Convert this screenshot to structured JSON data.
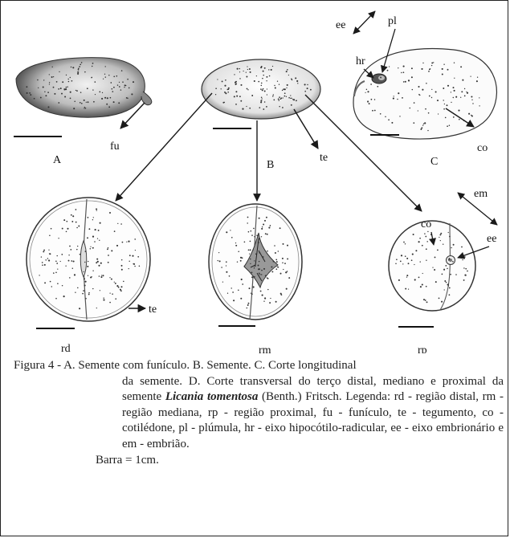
{
  "figure": {
    "labels": {
      "A": "A",
      "B": "B",
      "C": "C",
      "fu": "fu",
      "te_b": "te",
      "ee_top": "ee",
      "pl": "pl",
      "hr": "hr",
      "co_c": "co",
      "rd": "rd",
      "rm": "rm",
      "rp": "rp",
      "te_rd": "te",
      "em": "em",
      "co_rp": "co",
      "ee_rp": "ee"
    },
    "colors": {
      "ink": "#1a1a1a",
      "seed_dark": "#555555",
      "dots": "#333333"
    }
  },
  "caption": {
    "line1": "Figura 4 - A. Semente com funículo. B. Semente. C. Corte longitudinal",
    "body_pre": "da semente. D. Corte transversal do terço distal, mediano e proximal da semente ",
    "species": "Licania tomentosa",
    "body_post": " (Benth.) Fritsch. Legenda: rd - região distal, rm - região mediana, rp - região proximal, fu - funículo, te - tegumento, co - cotilédone, pl - plúmula, hr - eixo hipocótilo-radicular, ee - eixo embrionário e em - embrião.",
    "bar": "Barra = 1cm."
  }
}
